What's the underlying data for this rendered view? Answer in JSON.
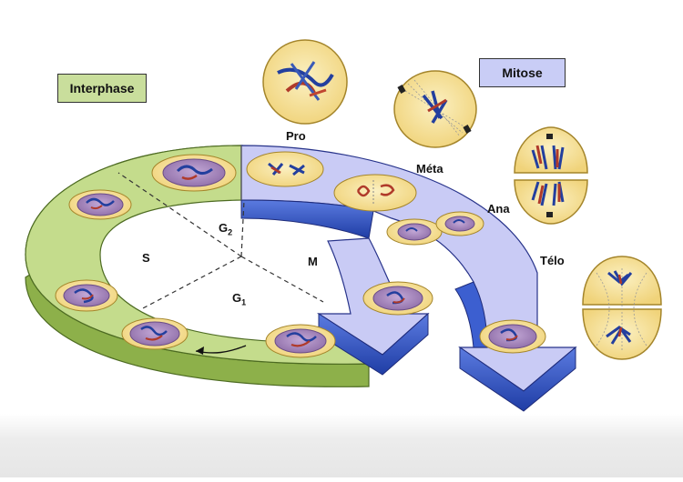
{
  "labels": {
    "interphase": "Interphase",
    "mitose": "Mitose",
    "pro": "Pro",
    "meta": "Méta",
    "ana": "Ana",
    "telo": "Télo",
    "s": "S",
    "m": "M",
    "g2": "G",
    "g2_sub": "2",
    "g1": "G",
    "g1_sub": "1"
  },
  "colors": {
    "interphase_green": "#c4dc8c",
    "interphase_green_dark": "#7fa23c",
    "mitose_lavender": "#c9cbf5",
    "mitose_blue_dark": "#2f4fb8",
    "cell_yellow": "#f6e29a",
    "nucleus_purple": "#9c7fb8"
  }
}
